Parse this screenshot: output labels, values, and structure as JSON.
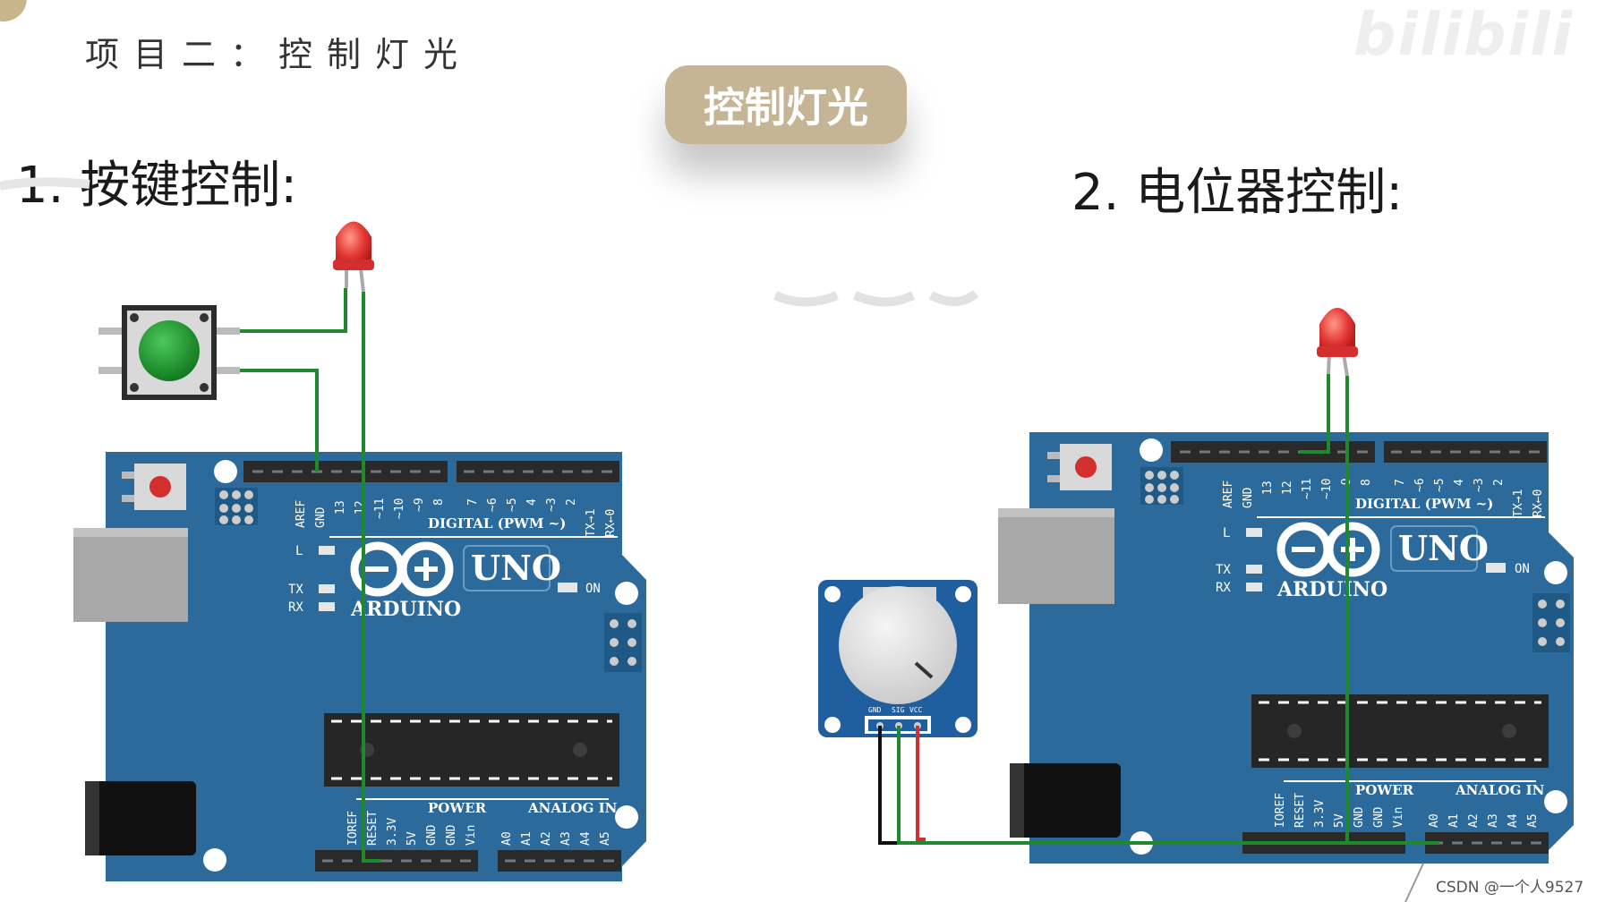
{
  "header": {
    "project_title": "项目二：控制灯光",
    "badge_label": "控制灯光"
  },
  "sections": [
    {
      "title": "1.  按键控制:"
    },
    {
      "title": "2.  电位器控制:"
    }
  ],
  "board": {
    "model": "UNO",
    "brand": "ARDUINO",
    "digital_label": "DIGITAL (PWM ~)",
    "power_label": "POWER",
    "analog_label": "ANALOG IN",
    "on_label": "ON",
    "l_label": "L",
    "tx_label": "TX",
    "rx_label": "RX",
    "digital_pins": [
      "AREF",
      "GND",
      "13",
      "12",
      "~11",
      "~10",
      "~9",
      "8",
      "7",
      "~6",
      "~5",
      "4",
      "~3",
      "2",
      "TX→1",
      "RX←0"
    ],
    "power_pins": [
      "IOREF",
      "RESET",
      "3.3V",
      "5V",
      "GND",
      "GND",
      "Vin"
    ],
    "analog_pins": [
      "A0",
      "A1",
      "A2",
      "A3",
      "A4",
      "A5"
    ]
  },
  "potentiometer": {
    "pins": [
      "GND",
      "SIG",
      "VCC"
    ]
  },
  "watermarks": {
    "site": "bilibili",
    "credit": "CSDN @一个人9527"
  },
  "colors": {
    "board_blue": "#2b6a9b",
    "badge": "#c5b595",
    "wire_green": "#1f8a2c",
    "led_red": "#e53935",
    "button_green": "#1e9a2e"
  }
}
